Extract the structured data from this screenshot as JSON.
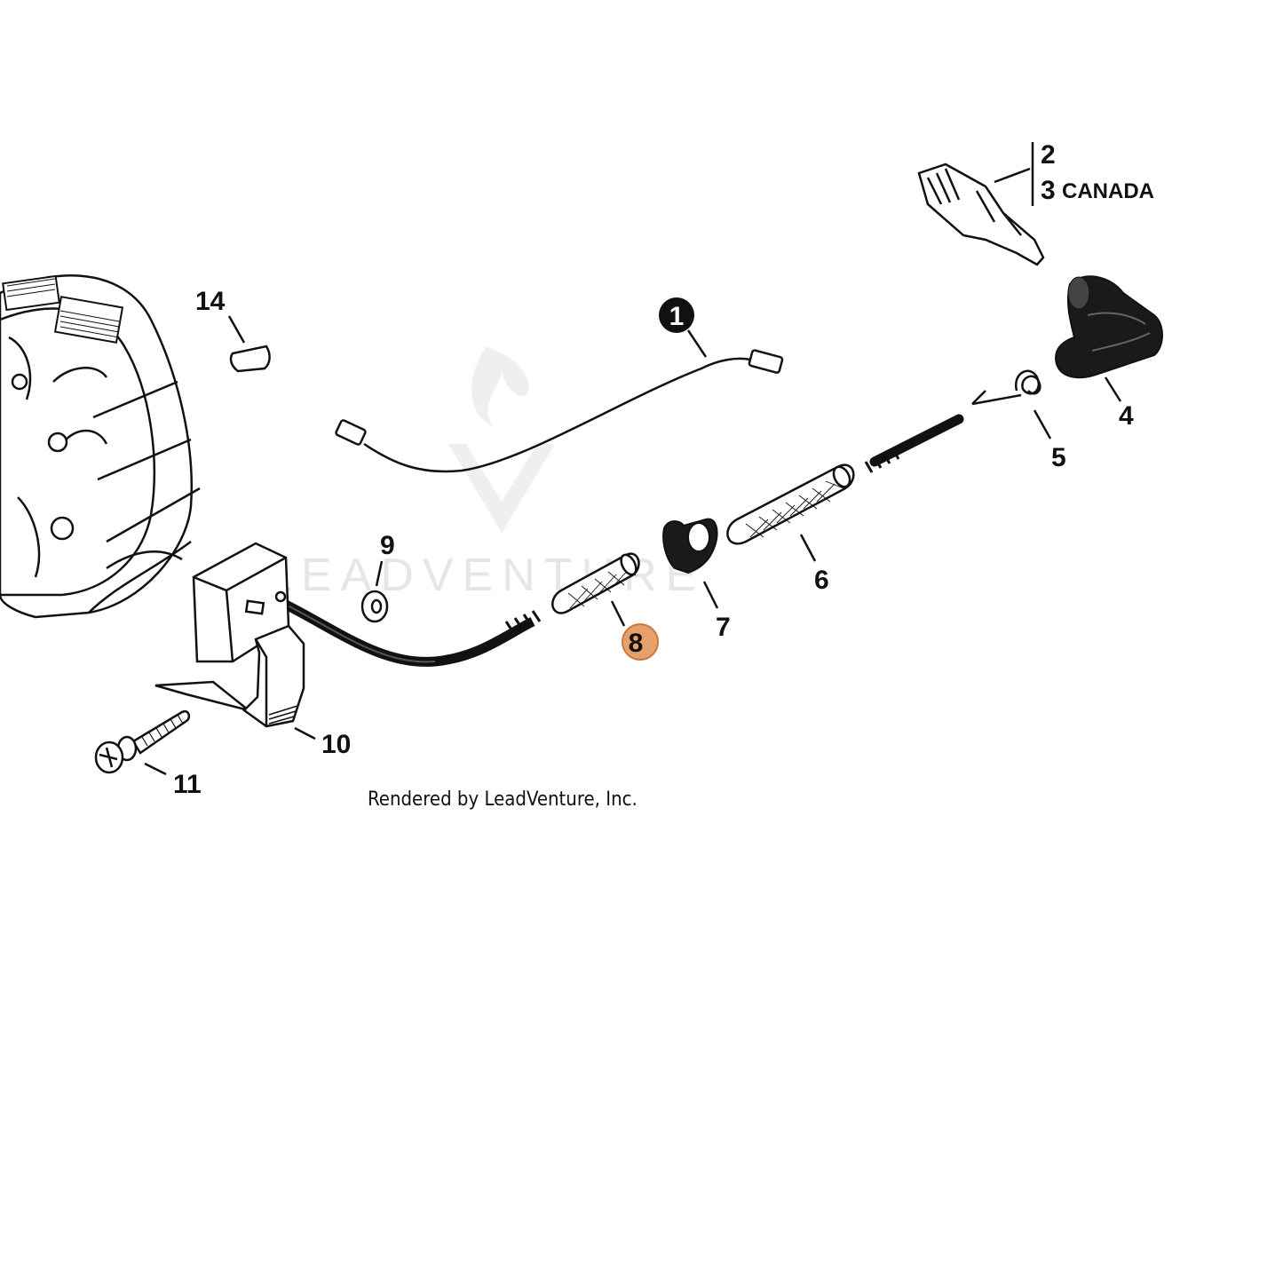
{
  "diagram": {
    "callouts": [
      {
        "id": "1",
        "style": "filled"
      },
      {
        "id": "2"
      },
      {
        "id": "3",
        "note": "CANADA"
      },
      {
        "id": "4"
      },
      {
        "id": "5"
      },
      {
        "id": "6"
      },
      {
        "id": "7"
      },
      {
        "id": "8",
        "style": "highlighted"
      },
      {
        "id": "9"
      },
      {
        "id": "10"
      },
      {
        "id": "11"
      },
      {
        "id": "14"
      }
    ],
    "credit": "Rendered by LeadVenture, Inc.",
    "watermark": "LEADVENTURE",
    "highlight_color": "#e8a06b",
    "highlight_stroke": "#c9783f"
  }
}
